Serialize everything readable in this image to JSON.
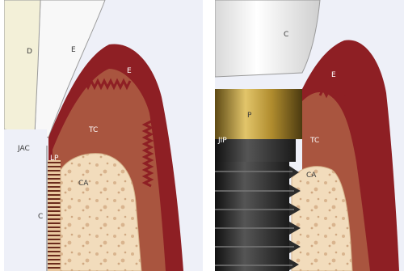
{
  "left_panel": {
    "labels": {
      "dentin": "D",
      "enamel": "E",
      "gingiva_epithelium": "E",
      "junction": "JAC",
      "connective_tissue": "TC",
      "periodontal_ligament": "LP",
      "alveolar_crest": "CA",
      "cementum": "C"
    }
  },
  "right_panel": {
    "labels": {
      "crown": "C",
      "gingiva_epithelium": "E",
      "abutment": "P",
      "junction": "JIP",
      "connective_tissue": "TC",
      "alveolar_crest": "CA"
    }
  },
  "colors": {
    "background": "#eef0f8",
    "enamel": "#f8f8f8",
    "dentin": "#f3f0d8",
    "epithelium": "#8e1f24",
    "connective": "#a9553f",
    "bone": "#f2dcbc",
    "implant": "#2e2e2e",
    "abutment": "#b79b3f"
  }
}
